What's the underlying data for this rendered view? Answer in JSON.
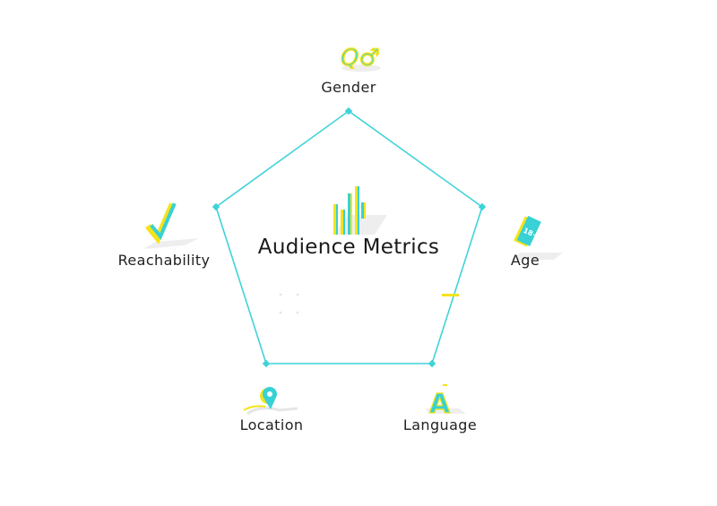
{
  "diagram": {
    "title": "Audience Metrics",
    "nodes": [
      {
        "id": "gender",
        "label": "Gender",
        "icon": "gender-symbols-icon"
      },
      {
        "id": "age",
        "label": "Age",
        "icon": "age-18-plus-icon"
      },
      {
        "id": "language",
        "label": "Language",
        "icon": "letter-a-icon"
      },
      {
        "id": "location",
        "label": "Location",
        "icon": "map-pin-icon"
      },
      {
        "id": "reachability",
        "label": "Reachability",
        "icon": "checkmark-icon"
      }
    ],
    "center_icon": "bar-chart-icon",
    "age_badge_text": "18+",
    "gender_glyphs": "Q♂",
    "language_glyph": "A",
    "colors": {
      "outline": "#3fd3d8",
      "accent_cyan": "#37d1d6",
      "accent_yellow": "#f5e31a",
      "shadow": "#e6e6e6",
      "text": "#222222"
    }
  }
}
